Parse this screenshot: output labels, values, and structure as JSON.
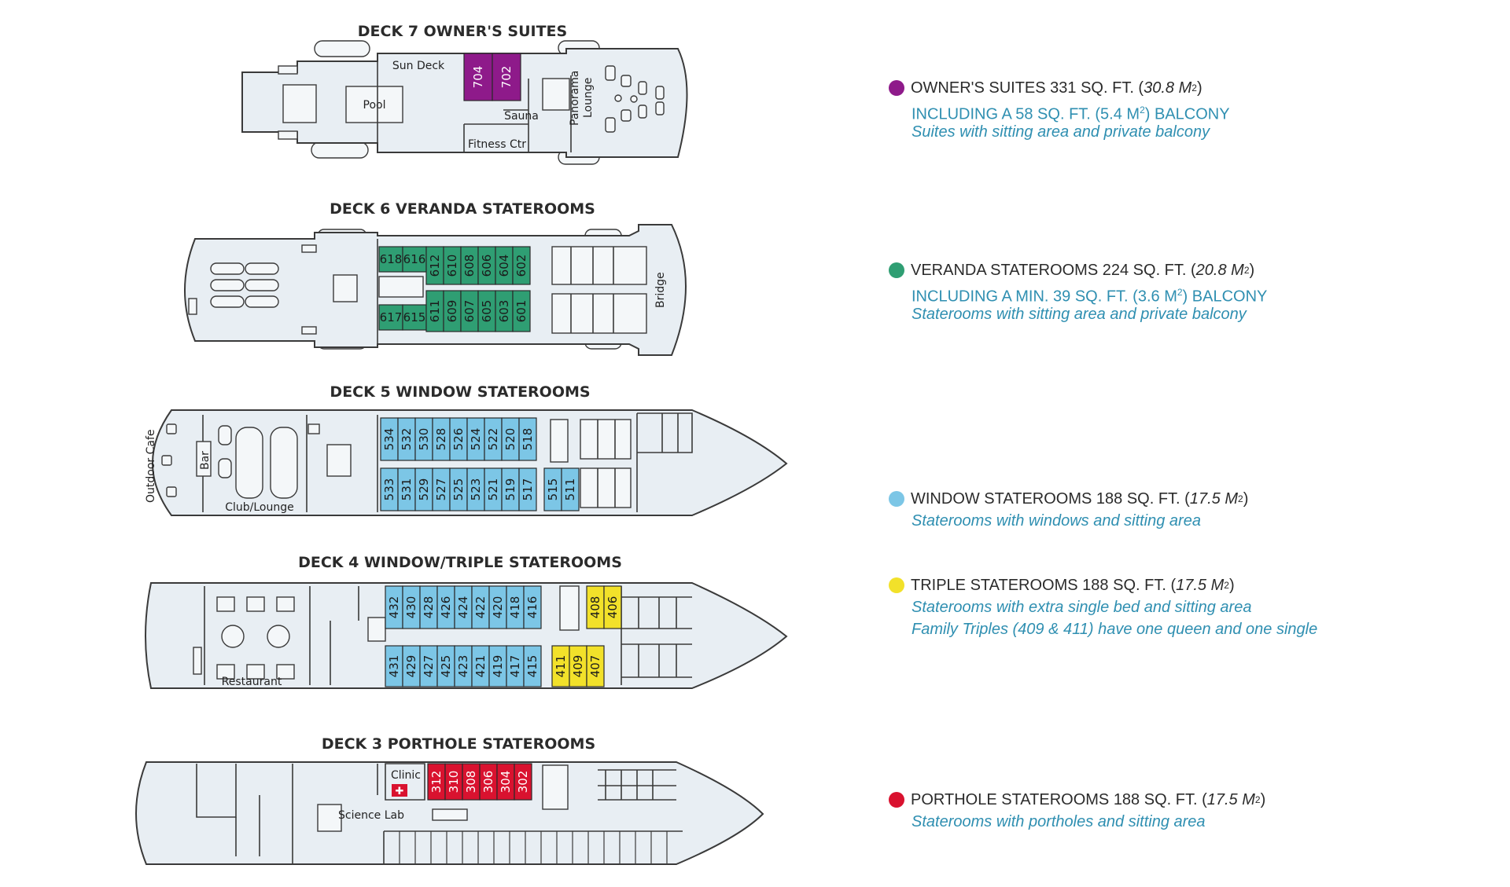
{
  "decks": {
    "d7": {
      "title": "DECK 7 OWNER'S SUITES",
      "labels": {
        "sun_deck": "Sun Deck",
        "pool": "Pool",
        "sauna": "Sauna",
        "fitness": "Fitness Ctr",
        "panorama": "Panorama",
        "lounge": "Lounge"
      },
      "rooms": [
        "704",
        "702"
      ]
    },
    "d6": {
      "title": "DECK 6 VERANDA STATEROOMS",
      "labels": {
        "bridge": "Bridge"
      },
      "rooms_top": [
        "618",
        "616",
        "612",
        "610",
        "608",
        "606",
        "604",
        "602"
      ],
      "rooms_bottom": [
        "617",
        "615",
        "611",
        "609",
        "607",
        "605",
        "603",
        "601"
      ]
    },
    "d5": {
      "title": "DECK 5 WINDOW STATEROOMS",
      "labels": {
        "outdoor_cafe": "Outdoor Cafe",
        "bar": "Bar",
        "club_lounge": "Club/Lounge"
      },
      "rooms_top": [
        "534",
        "532",
        "530",
        "528",
        "526",
        "524",
        "522",
        "520",
        "518"
      ],
      "rooms_bottom": [
        "533",
        "531",
        "529",
        "527",
        "525",
        "523",
        "521",
        "519",
        "517",
        "515",
        "511"
      ]
    },
    "d4": {
      "title": "DECK 4 WINDOW/TRIPLE STATEROOMS",
      "labels": {
        "restaurant": "Restaurant"
      },
      "rooms_top_window": [
        "432",
        "430",
        "428",
        "426",
        "424",
        "422",
        "420",
        "418",
        "416"
      ],
      "rooms_top_triple": [
        "408",
        "406"
      ],
      "rooms_bottom_window": [
        "431",
        "429",
        "427",
        "425",
        "423",
        "421",
        "419",
        "417",
        "415"
      ],
      "rooms_bottom_triple": [
        "411",
        "409",
        "407"
      ]
    },
    "d3": {
      "title": "DECK 3 PORTHOLE STATEROOMS",
      "labels": {
        "clinic": "Clinic",
        "science_lab": "Science Lab"
      },
      "rooms": [
        "312",
        "310",
        "308",
        "306",
        "304",
        "302"
      ]
    }
  },
  "colors": {
    "owner": "#8e1a8a",
    "veranda": "#2f9e73",
    "window": "#7cc6e6",
    "triple": "#f2e12a",
    "porthole": "#d9122f",
    "hull": "#e8eef3",
    "accent_text": "#2f8fb1"
  },
  "legend": {
    "owner": {
      "main": "OWNER'S SUITES 331 SQ. FT. (",
      "main_it": "30.8 M",
      "sup": "2",
      "close": ")",
      "line2a": "INCLUDING A 58 SQ. FT. (5.4 M",
      "line2sup": "2",
      "line2b": ") BALCONY",
      "line3": "Suites with sitting area and private balcony"
    },
    "veranda": {
      "main": "VERANDA STATEROOMS 224 SQ. FT. (",
      "main_it": "20.8 M",
      "sup": "2",
      "close": ")",
      "line2a": "INCLUDING A  MIN. 39 SQ. FT. (3.6 M",
      "line2sup": "2",
      "line2b": ") BALCONY",
      "line3": "Staterooms with sitting area and private balcony"
    },
    "window": {
      "main": "WINDOW STATEROOMS 188 SQ. FT. (",
      "main_it": "17.5 M",
      "sup": "2",
      "close": ")",
      "line3": "Staterooms with windows and sitting area"
    },
    "triple": {
      "main": "TRIPLE STATEROOMS 188 SQ. FT. (",
      "main_it": "17.5 M",
      "sup": "2",
      "close": ")",
      "line3": "Staterooms with extra single bed and sitting area",
      "line4": "Family Triples (409 & 411) have one queen and one single"
    },
    "porthole": {
      "main": "PORTHOLE STATEROOMS 188 SQ. FT. (",
      "main_it": "17.5 M",
      "sup": "2",
      "close": ")",
      "line3": "Staterooms with portholes and sitting area"
    }
  }
}
